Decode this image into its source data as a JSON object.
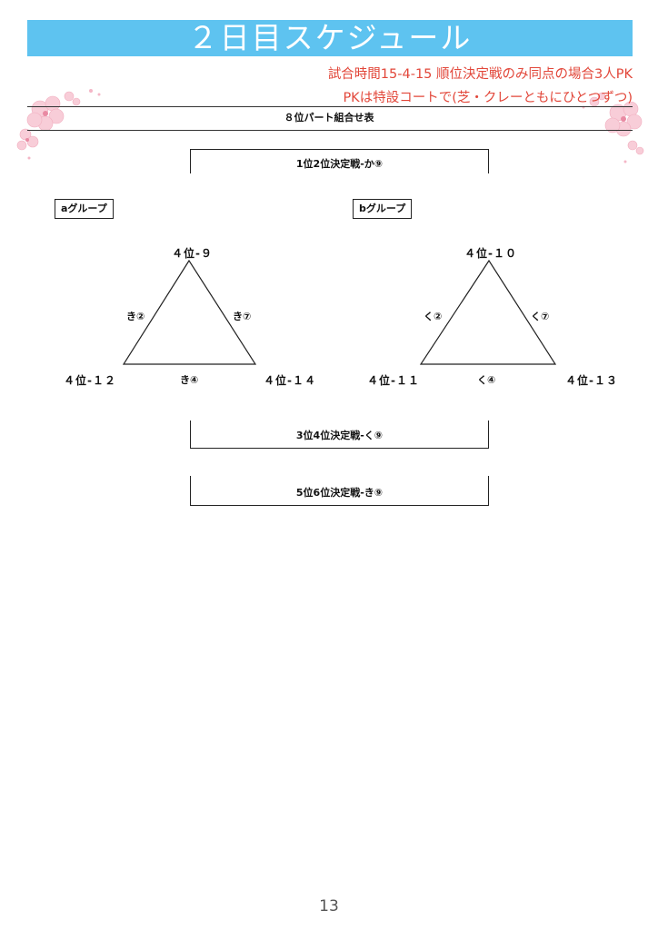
{
  "header": {
    "title": "２日目スケジュール",
    "note_line1": "試合時間15-4-15 順位決定戦のみ同点の場合3人PK",
    "note_line2": "PKは特設コートで(芝・クレーともにひとつずつ)"
  },
  "section_title": "８位パート組合せ表",
  "final_match": "1位2位決定戦-か⑨",
  "third_place_match": "3位4位決定戦-く⑨",
  "fifth_place_match": "5位6位決定戦-き⑨",
  "groups": {
    "a": {
      "label": "aグループ",
      "top": "４位-９",
      "bottom_left": "４位-１２",
      "bottom_right": "４位-１４",
      "match_left": "き②",
      "match_right": "き⑦",
      "match_bottom": "き④"
    },
    "b": {
      "label": "bグループ",
      "top": "４位-１０",
      "bottom_left": "４位-１１",
      "bottom_right": "４位-１３",
      "match_left": "く②",
      "match_right": "く⑦",
      "match_bottom": "く④"
    }
  },
  "page_number": "13",
  "colors": {
    "title_bar": "#5ec3f0",
    "note_text": "#e2473a",
    "blossom": "#f6c6d3"
  }
}
